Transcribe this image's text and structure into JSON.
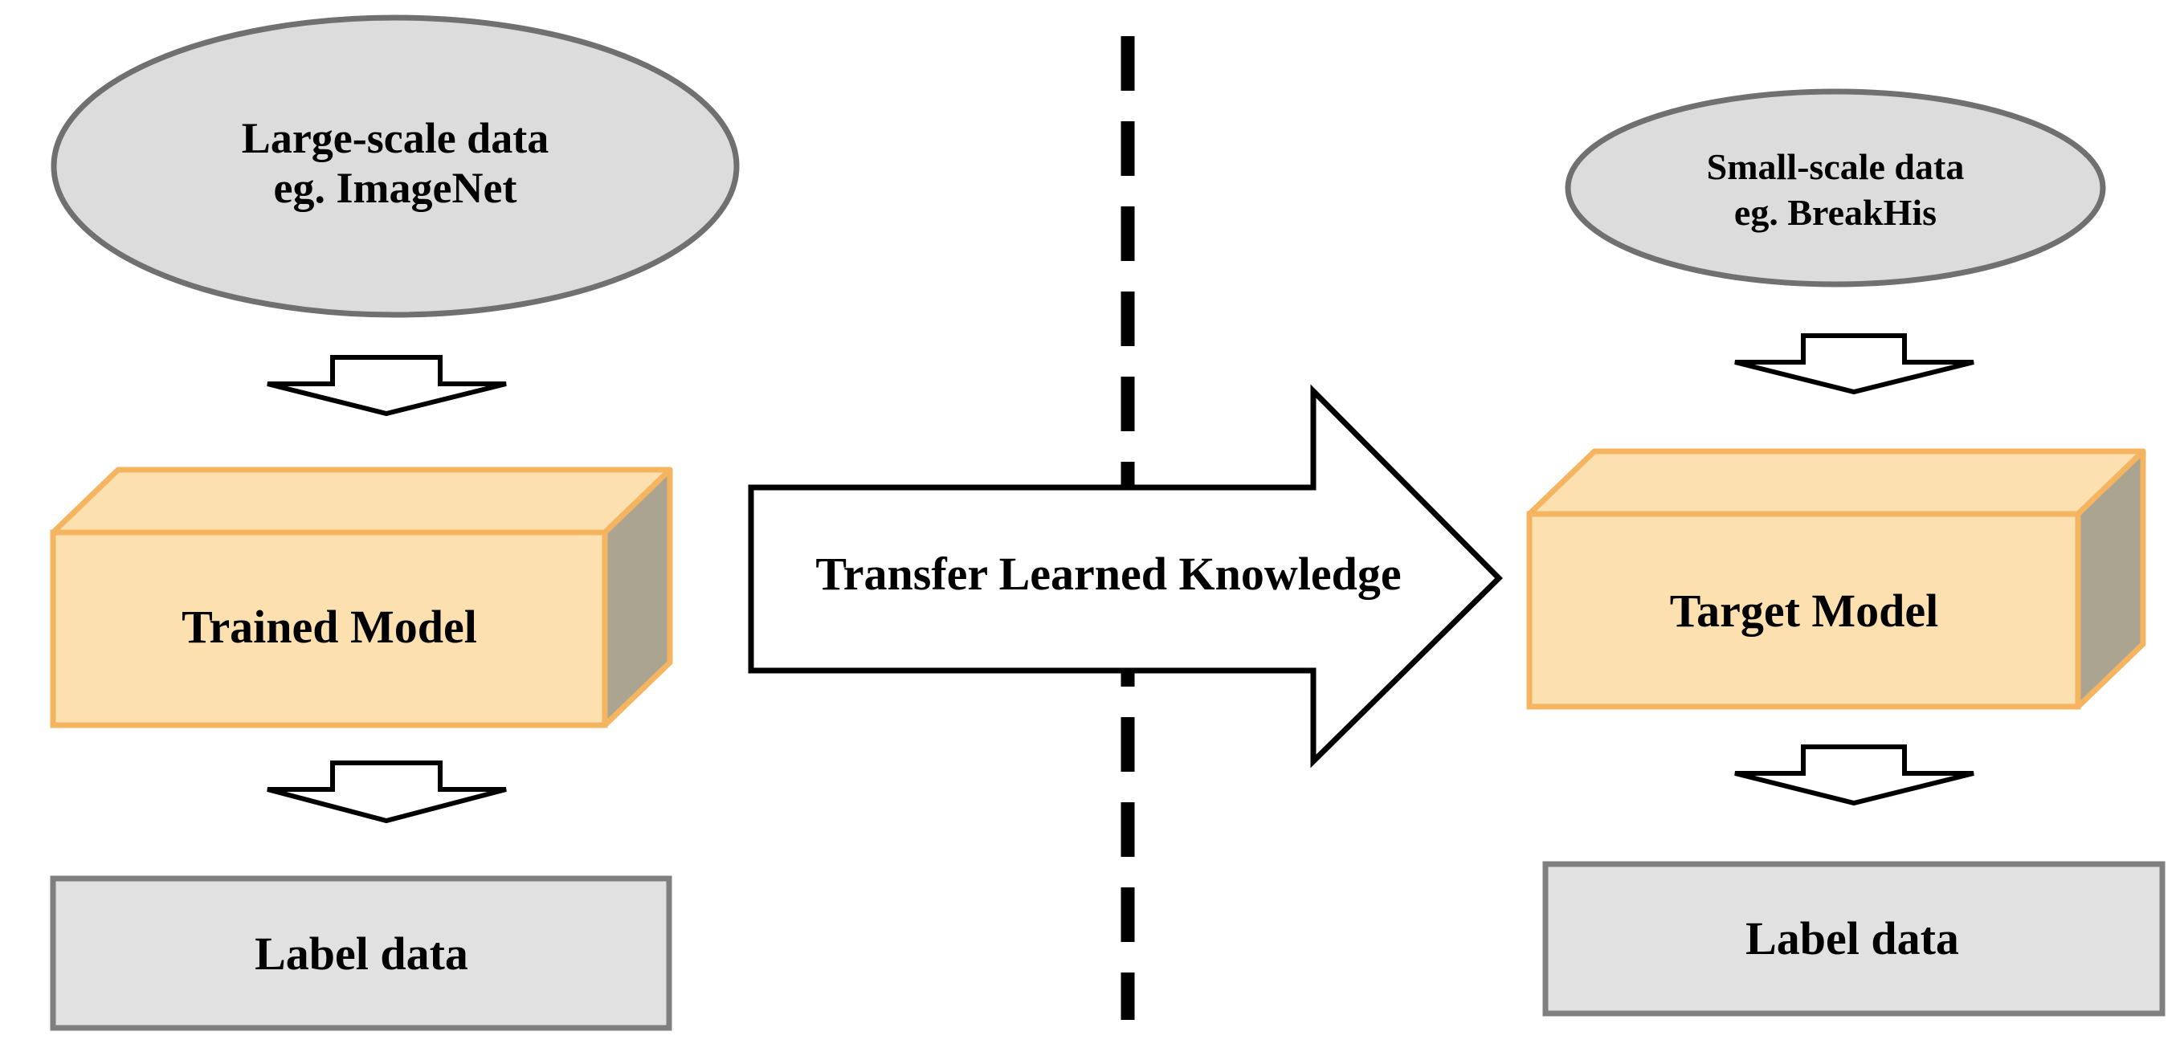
{
  "left": {
    "source_line1": "Large-scale data",
    "source_line2": "eg. ImageNet",
    "model": "Trained Model",
    "output": "Label data"
  },
  "center": {
    "transfer": "Transfer Learned Knowledge"
  },
  "right": {
    "source_line1": "Small-scale data",
    "source_line2": "eg. BreakHis",
    "model": "Target Model",
    "output": "Label data"
  },
  "colors": {
    "ellipse_fill": "#dcdcdc",
    "ellipse_stroke": "#707070",
    "box_front": "#fde0b0",
    "box_top": "#fde0b0",
    "box_side": "#aaa491",
    "box_stroke": "#f5b560",
    "label_box_fill": "#e1e1e1",
    "label_box_stroke": "#7f7f7f",
    "arrow_stroke": "#000000",
    "divider": "#000000"
  }
}
